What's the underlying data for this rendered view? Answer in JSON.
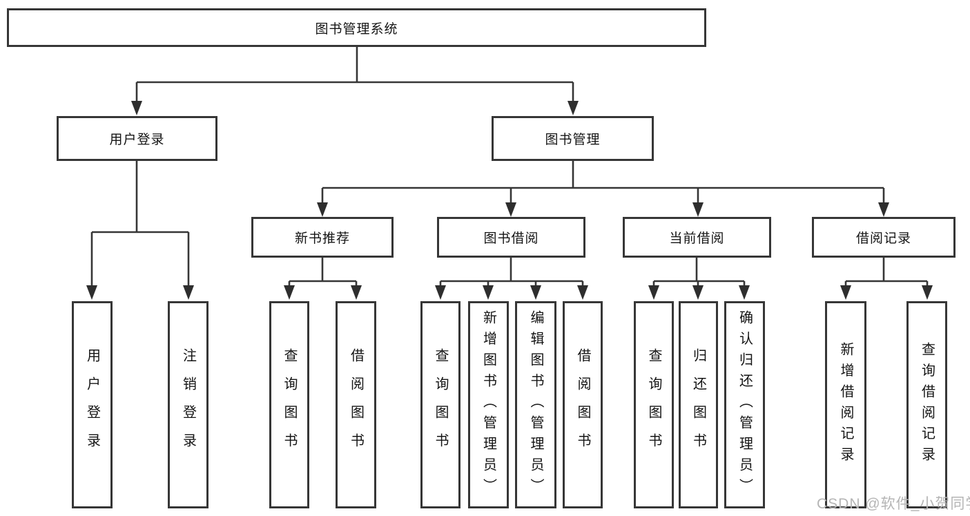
{
  "diagram": {
    "root": {
      "label": "图书管理系统"
    },
    "level2": [
      {
        "label": "用户登录"
      },
      {
        "label": "图书管理"
      }
    ],
    "level3": [
      {
        "label": "新书推荐"
      },
      {
        "label": "图书借阅"
      },
      {
        "label": "当前借阅"
      },
      {
        "label": "借阅记录"
      }
    ],
    "leaves": [
      {
        "label": "用户登录"
      },
      {
        "label": "注销登录"
      },
      {
        "label": "查询图书"
      },
      {
        "label": "借阅图书"
      },
      {
        "label": "查询图书"
      },
      {
        "label": "新增图书（管理员）"
      },
      {
        "label": "编辑图书（管理员）"
      },
      {
        "label": "借阅图书"
      },
      {
        "label": "查询图书"
      },
      {
        "label": "归还图书"
      },
      {
        "label": "确认归还（管理员）"
      },
      {
        "label": "新增借阅记录"
      },
      {
        "label": "查询借阅记录"
      }
    ],
    "watermark": {
      "text": "CSDN @软件_小贺同学",
      "color": "#b5b5b5"
    },
    "colors": {
      "border": "#363636",
      "line": "#363636",
      "arrow": "#2e2e2e",
      "text": "#141414",
      "background": "#ffffff"
    }
  }
}
